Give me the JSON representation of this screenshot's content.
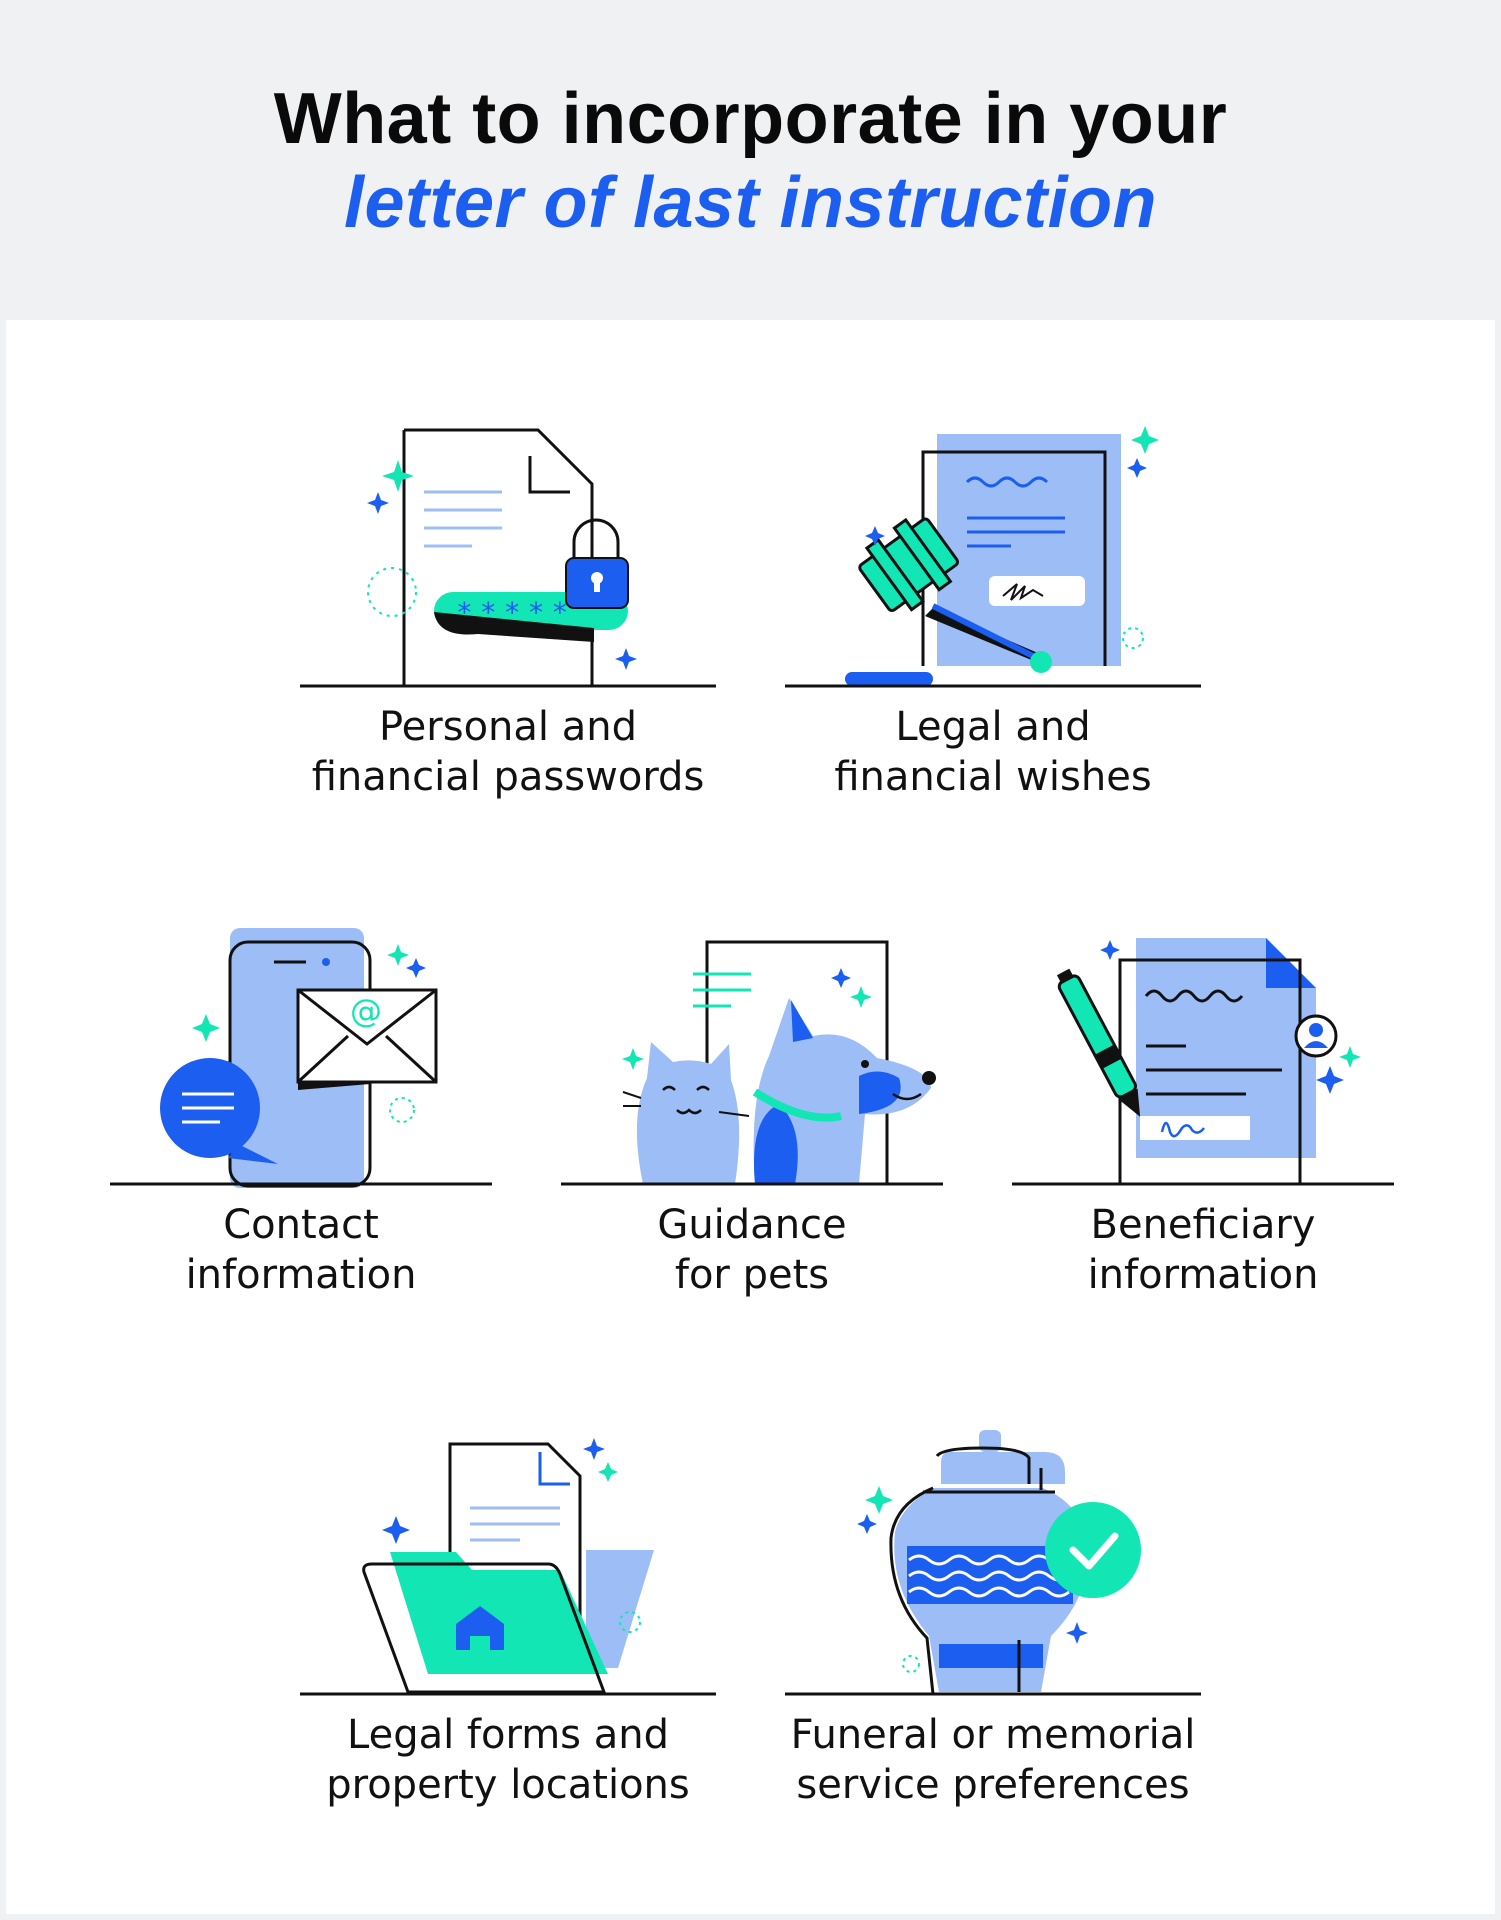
{
  "title": {
    "line1": "What to incorporate in your",
    "line2": "letter of last instruction"
  },
  "colors": {
    "blue": "#1c5ef0",
    "light_blue": "#9dbdf7",
    "mint": "#12e6b4",
    "ink": "#111111"
  },
  "items": [
    {
      "line1": "Personal and",
      "line2": "financial passwords",
      "icon": "document-lock-password-icon"
    },
    {
      "line1": "Legal and",
      "line2": "financial wishes",
      "icon": "gavel-document-icon"
    },
    {
      "line1": "Contact",
      "line2": "information",
      "icon": "phone-mail-chat-icon"
    },
    {
      "line1": "Guidance",
      "line2": "for pets",
      "icon": "cat-dog-icon"
    },
    {
      "line1": "Beneficiary",
      "line2": "information",
      "icon": "signed-document-pen-icon"
    },
    {
      "line1": "Legal forms and",
      "line2": "property locations",
      "icon": "folder-house-document-icon"
    },
    {
      "line1": "Funeral or memorial",
      "line2": "service preferences",
      "icon": "urn-checkmark-icon"
    }
  ],
  "password_mask": "*****"
}
